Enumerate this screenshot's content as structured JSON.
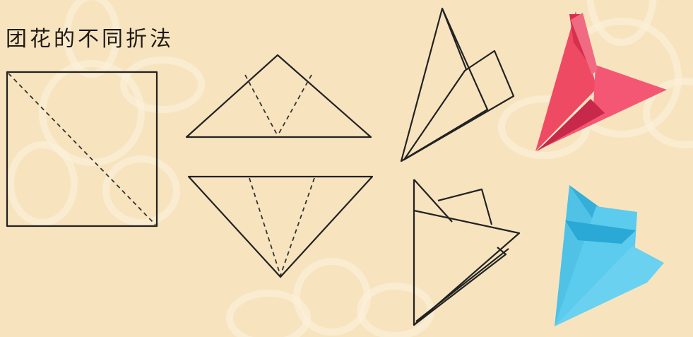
{
  "title": "团花的不同折法",
  "colors": {
    "background": "#f7e4bf",
    "background_flower": "#fdf3df",
    "outline": "#222222",
    "red_paper": "#ef4a63",
    "red_paper_dark": "#d12f4b",
    "blue_paper": "#4fc2e6",
    "blue_paper_dark": "#2aa8d6"
  },
  "figures": [
    {
      "name": "square-with-diagonal-fold",
      "icon": "square-diagram"
    },
    {
      "name": "triangle-upright-two-folds",
      "icon": "triangle-diagram"
    },
    {
      "name": "triangle-inverted-two-folds",
      "icon": "inverted-triangle-diagram"
    },
    {
      "name": "folded-cone-upper",
      "icon": "folded-cone-diagram"
    },
    {
      "name": "folded-cone-lower",
      "icon": "folded-cone-diagram"
    },
    {
      "name": "red-paper-model",
      "icon": "red-paper-photo"
    },
    {
      "name": "blue-paper-model",
      "icon": "blue-paper-photo"
    }
  ]
}
